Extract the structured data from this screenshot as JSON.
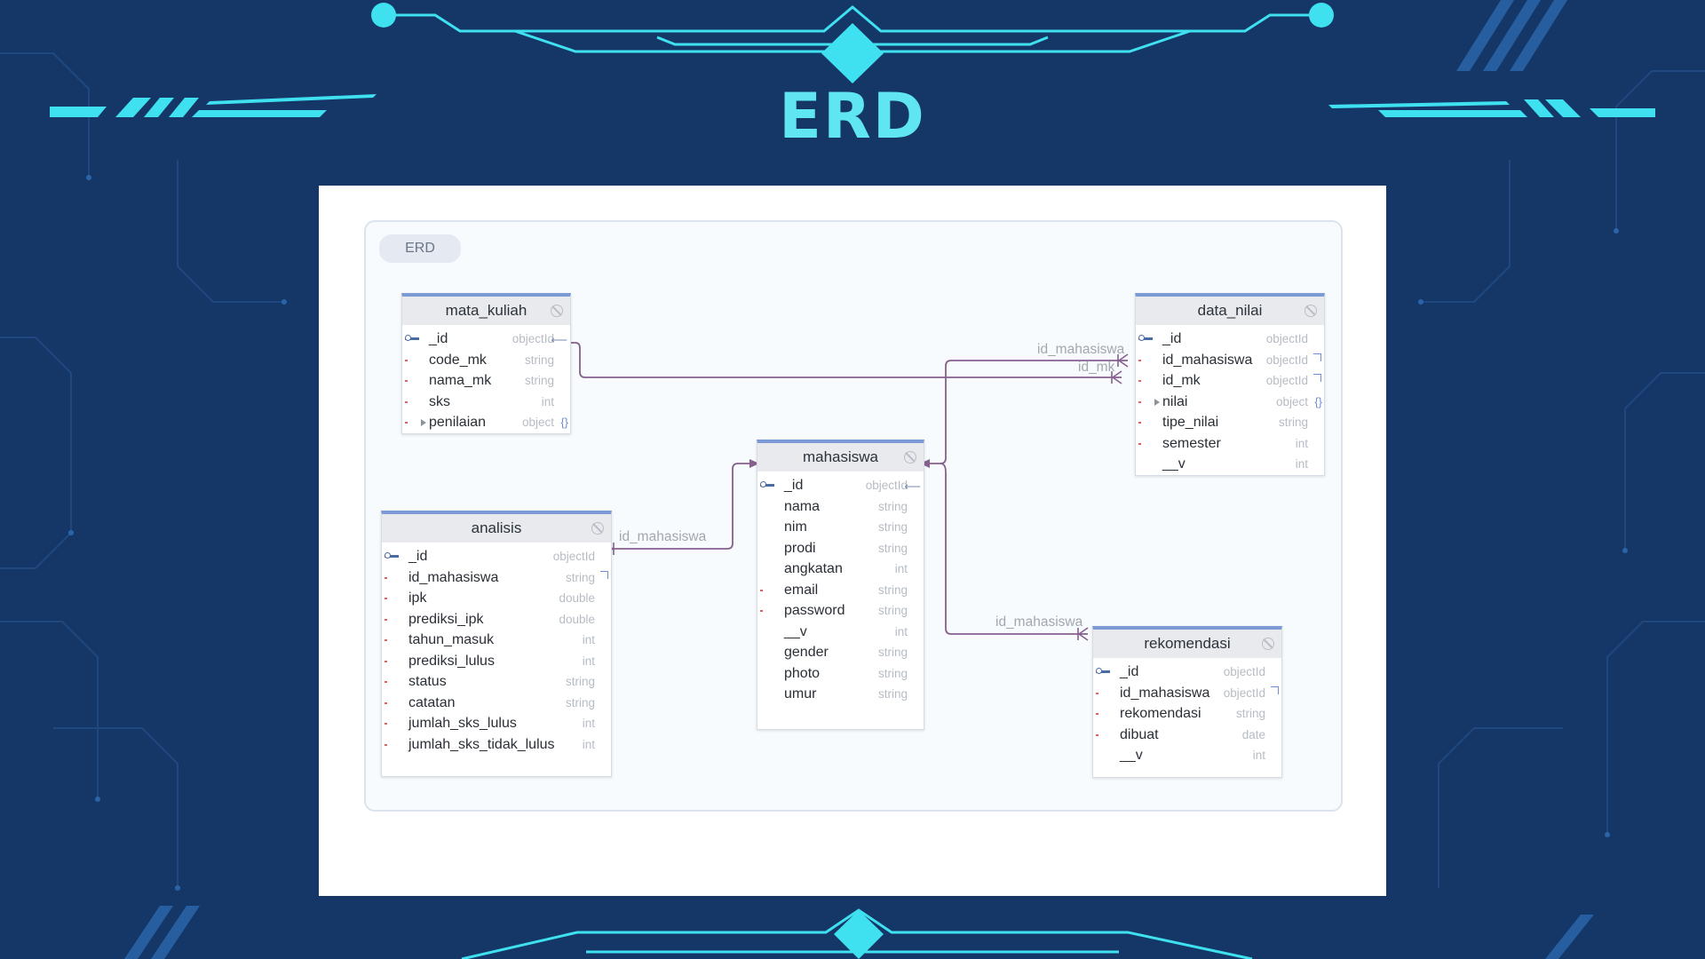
{
  "slide": {
    "title": "ERD"
  },
  "canvas": {
    "label": "ERD"
  },
  "entities": {
    "mata_kuliah": {
      "name": "mata_kuliah",
      "fields": [
        {
          "name": "_id",
          "type": "objectId"
        },
        {
          "name": "code_mk",
          "type": "string"
        },
        {
          "name": "nama_mk",
          "type": "string"
        },
        {
          "name": "sks",
          "type": "int"
        },
        {
          "name": "penilaian",
          "type": "object"
        }
      ]
    },
    "data_nilai": {
      "name": "data_nilai",
      "fields": [
        {
          "name": "_id",
          "type": "objectId"
        },
        {
          "name": "id_mahasiswa",
          "type": "objectId"
        },
        {
          "name": "id_mk",
          "type": "objectId"
        },
        {
          "name": "nilai",
          "type": "object"
        },
        {
          "name": "tipe_nilai",
          "type": "string"
        },
        {
          "name": "semester",
          "type": "int"
        },
        {
          "name": "__v",
          "type": "int"
        }
      ]
    },
    "mahasiswa": {
      "name": "mahasiswa",
      "fields": [
        {
          "name": "_id",
          "type": "objectId"
        },
        {
          "name": "nama",
          "type": "string"
        },
        {
          "name": "nim",
          "type": "string"
        },
        {
          "name": "prodi",
          "type": "string"
        },
        {
          "name": "angkatan",
          "type": "int"
        },
        {
          "name": "email",
          "type": "string"
        },
        {
          "name": "password",
          "type": "string"
        },
        {
          "name": "__v",
          "type": "int"
        },
        {
          "name": "gender",
          "type": "string"
        },
        {
          "name": "photo",
          "type": "string"
        },
        {
          "name": "umur",
          "type": "string"
        }
      ]
    },
    "analisis": {
      "name": "analisis",
      "fields": [
        {
          "name": "_id",
          "type": "objectId"
        },
        {
          "name": "id_mahasiswa",
          "type": "string"
        },
        {
          "name": "ipk",
          "type": "double"
        },
        {
          "name": "prediksi_ipk",
          "type": "double"
        },
        {
          "name": "tahun_masuk",
          "type": "int"
        },
        {
          "name": "prediksi_lulus",
          "type": "int"
        },
        {
          "name": "status",
          "type": "string"
        },
        {
          "name": "catatan",
          "type": "string"
        },
        {
          "name": "jumlah_sks_lulus",
          "type": "int"
        },
        {
          "name": "jumlah_sks_tidak_lulus",
          "type": "int"
        }
      ]
    },
    "rekomendasi": {
      "name": "rekomendasi",
      "fields": [
        {
          "name": "_id",
          "type": "objectId"
        },
        {
          "name": "id_mahasiswa",
          "type": "objectId"
        },
        {
          "name": "rekomendasi",
          "type": "string"
        },
        {
          "name": "dibuat",
          "type": "date"
        },
        {
          "name": "__v",
          "type": "int"
        }
      ]
    }
  },
  "relations": [
    {
      "label": "id_mahasiswa",
      "from": "data_nilai.id_mahasiswa",
      "to": "mahasiswa._id"
    },
    {
      "label": "id_mk",
      "from": "data_nilai.id_mk",
      "to": "mata_kuliah._id"
    },
    {
      "label": "id_mahasiswa",
      "from": "analisis.id_mahasiswa",
      "to": "mahasiswa._id"
    },
    {
      "label": "id_mahasiswa",
      "from": "rekomendasi.id_mahasiswa",
      "to": "mahasiswa._id"
    }
  ],
  "colors": {
    "title": "#5fe6f2",
    "background": "#143768",
    "accent": "#3fe0f0",
    "link": "#86608e"
  }
}
